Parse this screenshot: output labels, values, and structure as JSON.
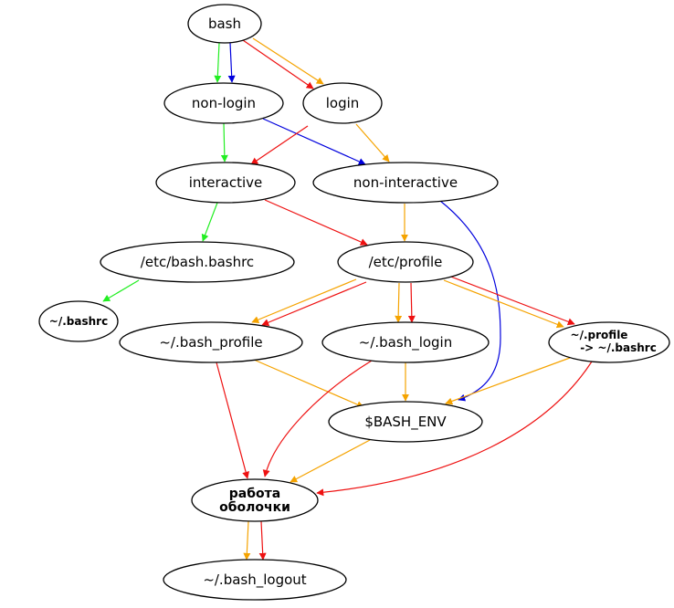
{
  "diagram": {
    "colors": {
      "green": "#22ee22",
      "blue": "#0000dd",
      "red": "#ee1111",
      "orange": "#f5a300"
    },
    "nodes": [
      {
        "id": "bash",
        "lines": [
          "bash"
        ]
      },
      {
        "id": "non-login",
        "lines": [
          "non-login"
        ]
      },
      {
        "id": "login",
        "lines": [
          "login"
        ]
      },
      {
        "id": "interactive",
        "lines": [
          "interactive"
        ]
      },
      {
        "id": "non-interactive",
        "lines": [
          "non-interactive"
        ]
      },
      {
        "id": "etc-bash-bashrc",
        "lines": [
          "/etc/bash.bashrc"
        ]
      },
      {
        "id": "etc-profile",
        "lines": [
          "/etc/profile"
        ]
      },
      {
        "id": "bashrc",
        "lines": [
          "~/.bashrc"
        ]
      },
      {
        "id": "bash-profile",
        "lines": [
          "~/.bash_profile"
        ]
      },
      {
        "id": "bash-login",
        "lines": [
          "~/.bash_login"
        ]
      },
      {
        "id": "profile",
        "lines": [
          "~/.profile",
          "-> ~/.bashrc"
        ]
      },
      {
        "id": "bash-env",
        "lines": [
          "$BASH_ENV"
        ]
      },
      {
        "id": "shell-work",
        "lines": [
          "работа",
          "оболочки"
        ]
      },
      {
        "id": "bash-logout",
        "lines": [
          "~/.bash_logout"
        ]
      }
    ],
    "edges": [
      {
        "from": "bash",
        "to": "non-login",
        "color": "green"
      },
      {
        "from": "bash",
        "to": "non-login",
        "color": "blue"
      },
      {
        "from": "bash",
        "to": "login",
        "color": "red"
      },
      {
        "from": "bash",
        "to": "login",
        "color": "orange"
      },
      {
        "from": "non-login",
        "to": "interactive",
        "color": "green"
      },
      {
        "from": "non-login",
        "to": "non-interactive",
        "color": "blue"
      },
      {
        "from": "login",
        "to": "interactive",
        "color": "red"
      },
      {
        "from": "login",
        "to": "non-interactive",
        "color": "orange"
      },
      {
        "from": "interactive",
        "to": "etc-bash-bashrc",
        "color": "green"
      },
      {
        "from": "interactive",
        "to": "etc-profile",
        "color": "red"
      },
      {
        "from": "non-interactive",
        "to": "etc-profile",
        "color": "orange"
      },
      {
        "from": "non-interactive",
        "to": "bash-env",
        "color": "blue"
      },
      {
        "from": "etc-bash-bashrc",
        "to": "bashrc",
        "color": "green"
      },
      {
        "from": "etc-profile",
        "to": "bash-profile",
        "color": "orange"
      },
      {
        "from": "etc-profile",
        "to": "bash-profile",
        "color": "red"
      },
      {
        "from": "etc-profile",
        "to": "bash-login",
        "color": "orange"
      },
      {
        "from": "etc-profile",
        "to": "bash-login",
        "color": "red"
      },
      {
        "from": "etc-profile",
        "to": "profile",
        "color": "orange"
      },
      {
        "from": "etc-profile",
        "to": "profile",
        "color": "red"
      },
      {
        "from": "bash-profile",
        "to": "bash-env",
        "color": "orange"
      },
      {
        "from": "bash-profile",
        "to": "shell-work",
        "color": "red"
      },
      {
        "from": "bash-login",
        "to": "bash-env",
        "color": "orange"
      },
      {
        "from": "bash-login",
        "to": "shell-work",
        "color": "red"
      },
      {
        "from": "profile",
        "to": "bash-env",
        "color": "orange"
      },
      {
        "from": "profile",
        "to": "shell-work",
        "color": "red"
      },
      {
        "from": "bash-env",
        "to": "shell-work",
        "color": "orange"
      },
      {
        "from": "shell-work",
        "to": "bash-logout",
        "color": "orange"
      },
      {
        "from": "shell-work",
        "to": "bash-logout",
        "color": "red"
      }
    ]
  }
}
